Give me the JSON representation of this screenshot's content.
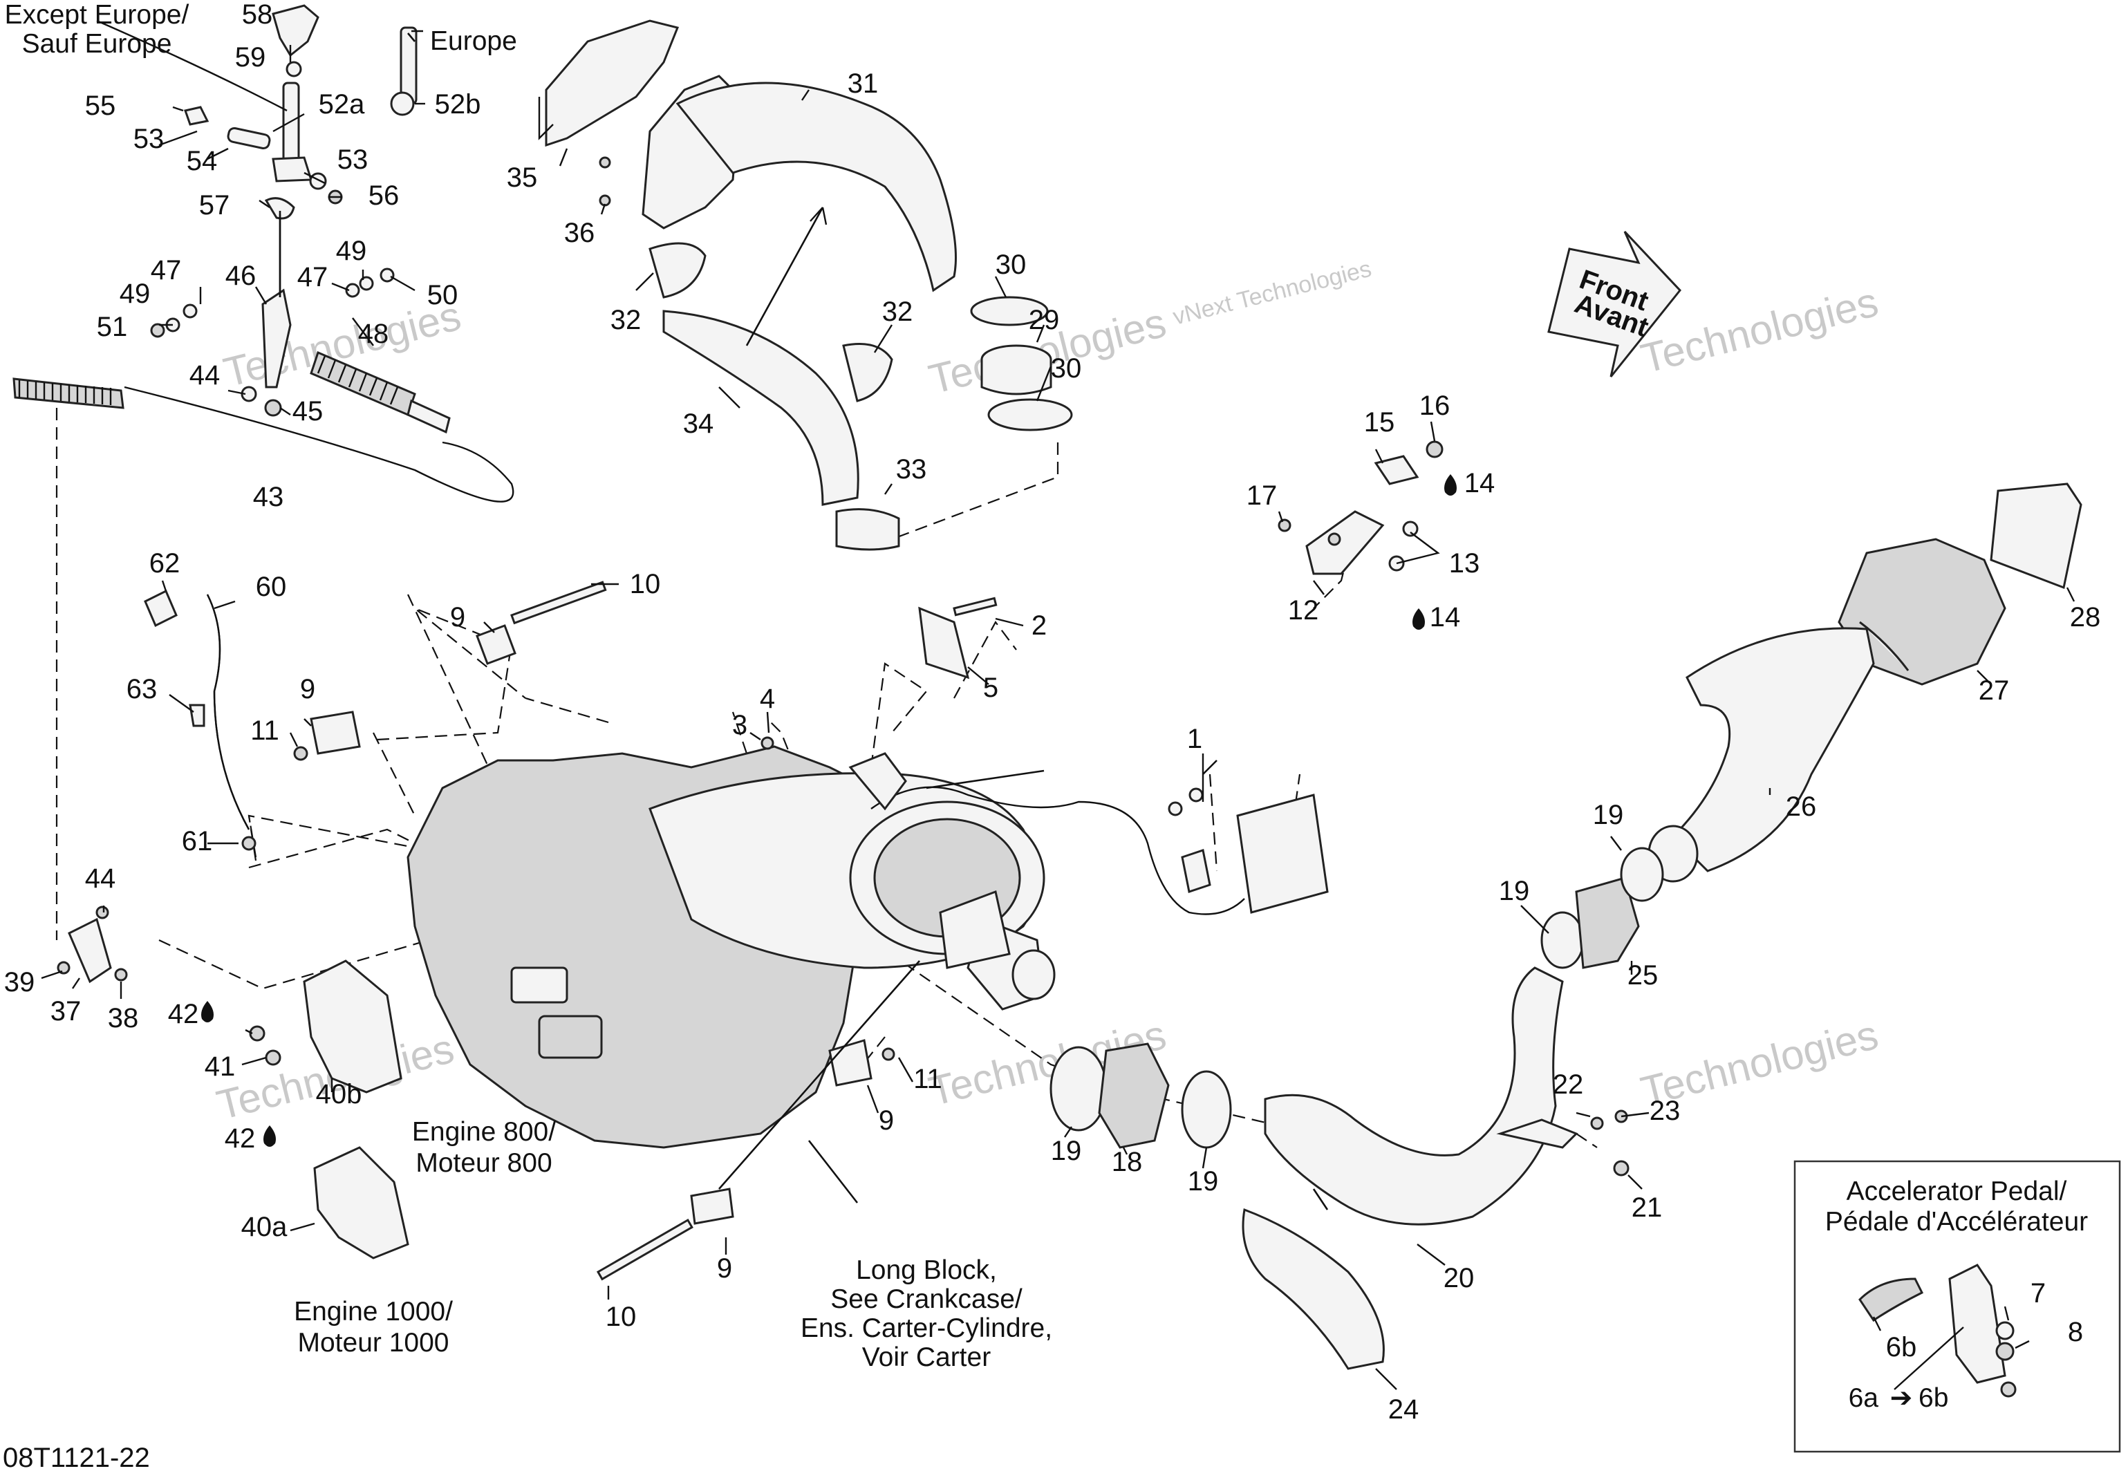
{
  "diagram": {
    "figure_code": "08T1121-22",
    "watermark_text": "vNext Technologies",
    "watermark_big": "Technologies",
    "front_arrow": {
      "line1": "Front",
      "line2": "Avant"
    },
    "notes": {
      "except_europe": [
        "Except Europe/",
        "Sauf Europe"
      ],
      "europe": "Europe",
      "engine_800": [
        "Engine 800/",
        "Moteur 800"
      ],
      "engine_1000": [
        "Engine 1000/",
        "Moteur 1000"
      ],
      "long_block": [
        "Long Block,",
        "See Crankcase/",
        "Ens. Carter-Cylindre,",
        "Voir Carter"
      ]
    },
    "inset": {
      "title": [
        "Accelerator Pedal/",
        "Pédale d'Accélérateur"
      ],
      "arrow_label_from": "6a",
      "arrow_label_to": "6b"
    },
    "callouts": [
      {
        "id": "c58",
        "text": "58"
      },
      {
        "id": "c59",
        "text": "59"
      },
      {
        "id": "c55",
        "text": "55"
      },
      {
        "id": "c52a",
        "text": "52a"
      },
      {
        "id": "c52b",
        "text": "52b"
      },
      {
        "id": "c53a",
        "text": "53"
      },
      {
        "id": "c54",
        "text": "54"
      },
      {
        "id": "c53b",
        "text": "53"
      },
      {
        "id": "c56",
        "text": "56"
      },
      {
        "id": "c57",
        "text": "57"
      },
      {
        "id": "c47a",
        "text": "47"
      },
      {
        "id": "c49a",
        "text": "49"
      },
      {
        "id": "c46",
        "text": "46"
      },
      {
        "id": "c51",
        "text": "51"
      },
      {
        "id": "c47b",
        "text": "47"
      },
      {
        "id": "c49b",
        "text": "49"
      },
      {
        "id": "c50",
        "text": "50"
      },
      {
        "id": "c48",
        "text": "48"
      },
      {
        "id": "c44a",
        "text": "44"
      },
      {
        "id": "c45",
        "text": "45"
      },
      {
        "id": "c43",
        "text": "43"
      },
      {
        "id": "c35",
        "text": "35"
      },
      {
        "id": "c36",
        "text": "36"
      },
      {
        "id": "c31",
        "text": "31"
      },
      {
        "id": "c30a",
        "text": "30"
      },
      {
        "id": "c29",
        "text": "29"
      },
      {
        "id": "c30b",
        "text": "30"
      },
      {
        "id": "c32a",
        "text": "32"
      },
      {
        "id": "c32b",
        "text": "32"
      },
      {
        "id": "c34",
        "text": "34"
      },
      {
        "id": "c33",
        "text": "33"
      },
      {
        "id": "c62",
        "text": "62"
      },
      {
        "id": "c60",
        "text": "60"
      },
      {
        "id": "c63",
        "text": "63"
      },
      {
        "id": "c61",
        "text": "61"
      },
      {
        "id": "c10a",
        "text": "10"
      },
      {
        "id": "c9a",
        "text": "9"
      },
      {
        "id": "c9b",
        "text": "9"
      },
      {
        "id": "c11a",
        "text": "11"
      },
      {
        "id": "c2",
        "text": "2"
      },
      {
        "id": "c5",
        "text": "5"
      },
      {
        "id": "c3",
        "text": "3"
      },
      {
        "id": "c4",
        "text": "4"
      },
      {
        "id": "c1",
        "text": "1"
      },
      {
        "id": "c15",
        "text": "15"
      },
      {
        "id": "c16",
        "text": "16"
      },
      {
        "id": "c17",
        "text": "17"
      },
      {
        "id": "c14a",
        "text": "14"
      },
      {
        "id": "c13",
        "text": "13"
      },
      {
        "id": "c12",
        "text": "12"
      },
      {
        "id": "c14b",
        "text": "14"
      },
      {
        "id": "c44b",
        "text": "44"
      },
      {
        "id": "c39",
        "text": "39"
      },
      {
        "id": "c37",
        "text": "37"
      },
      {
        "id": "c38",
        "text": "38"
      },
      {
        "id": "c42a",
        "text": "42"
      },
      {
        "id": "c41",
        "text": "41"
      },
      {
        "id": "c40b",
        "text": "40b"
      },
      {
        "id": "c42b",
        "text": "42"
      },
      {
        "id": "c40a",
        "text": "40a"
      },
      {
        "id": "c11b",
        "text": "11"
      },
      {
        "id": "c9c",
        "text": "9"
      },
      {
        "id": "c9d",
        "text": "9"
      },
      {
        "id": "c10b",
        "text": "10"
      },
      {
        "id": "c19a",
        "text": "19"
      },
      {
        "id": "c18",
        "text": "18"
      },
      {
        "id": "c19b",
        "text": "19"
      },
      {
        "id": "c19c",
        "text": "19"
      },
      {
        "id": "c19d",
        "text": "19"
      },
      {
        "id": "c25",
        "text": "25"
      },
      {
        "id": "c26",
        "text": "26"
      },
      {
        "id": "c27",
        "text": "27"
      },
      {
        "id": "c28",
        "text": "28"
      },
      {
        "id": "c22",
        "text": "22"
      },
      {
        "id": "c23",
        "text": "23"
      },
      {
        "id": "c21",
        "text": "21"
      },
      {
        "id": "c20",
        "text": "20"
      },
      {
        "id": "c24",
        "text": "24"
      },
      {
        "id": "c7",
        "text": "7"
      },
      {
        "id": "c8",
        "text": "8"
      },
      {
        "id": "c6b",
        "text": "6b"
      }
    ]
  }
}
